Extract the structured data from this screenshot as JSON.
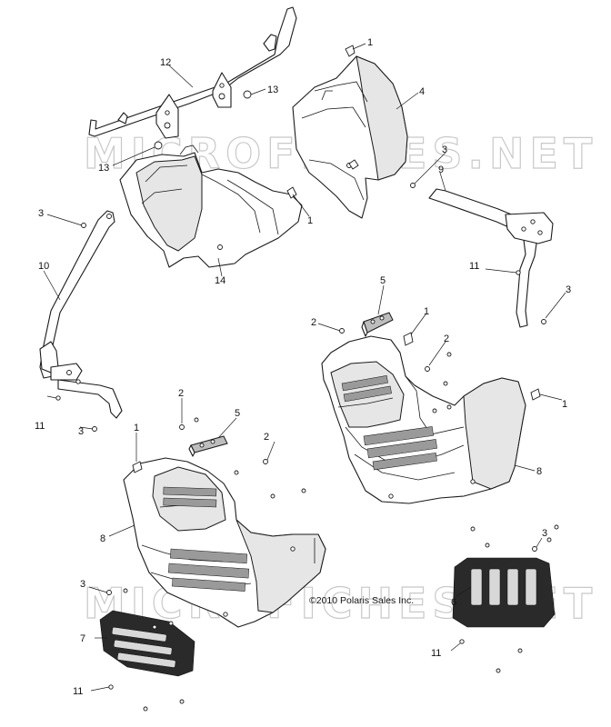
{
  "watermark": "MICROFICHES.NET",
  "copyright": "©2010 Polaris Sales Inc.",
  "callouts": [
    {
      "id": "c1a",
      "text": "1"
    },
    {
      "id": "c1b",
      "text": "1"
    },
    {
      "id": "c1c",
      "text": "1"
    },
    {
      "id": "c1d",
      "text": "1"
    },
    {
      "id": "c1e",
      "text": "1"
    },
    {
      "id": "c2a",
      "text": "2"
    },
    {
      "id": "c2b",
      "text": "2"
    },
    {
      "id": "c2c",
      "text": "2"
    },
    {
      "id": "c2d",
      "text": "2"
    },
    {
      "id": "c3a",
      "text": "3"
    },
    {
      "id": "c3b",
      "text": "3"
    },
    {
      "id": "c3c",
      "text": "3"
    },
    {
      "id": "c3d",
      "text": "3"
    },
    {
      "id": "c3e",
      "text": "3"
    },
    {
      "id": "c3f",
      "text": "3"
    },
    {
      "id": "c4",
      "text": "4"
    },
    {
      "id": "c5a",
      "text": "5"
    },
    {
      "id": "c5b",
      "text": "5"
    },
    {
      "id": "c6",
      "text": "6"
    },
    {
      "id": "c7",
      "text": "7"
    },
    {
      "id": "c8a",
      "text": "8"
    },
    {
      "id": "c8b",
      "text": "8"
    },
    {
      "id": "c9",
      "text": "9"
    },
    {
      "id": "c10",
      "text": "10"
    },
    {
      "id": "c11a",
      "text": "11"
    },
    {
      "id": "c11b",
      "text": "11"
    },
    {
      "id": "c11c",
      "text": "11"
    },
    {
      "id": "c11d",
      "text": "11"
    },
    {
      "id": "c12",
      "text": "12"
    },
    {
      "id": "c13a",
      "text": "13"
    },
    {
      "id": "c13b",
      "text": "13"
    },
    {
      "id": "c14",
      "text": "14"
    }
  ]
}
